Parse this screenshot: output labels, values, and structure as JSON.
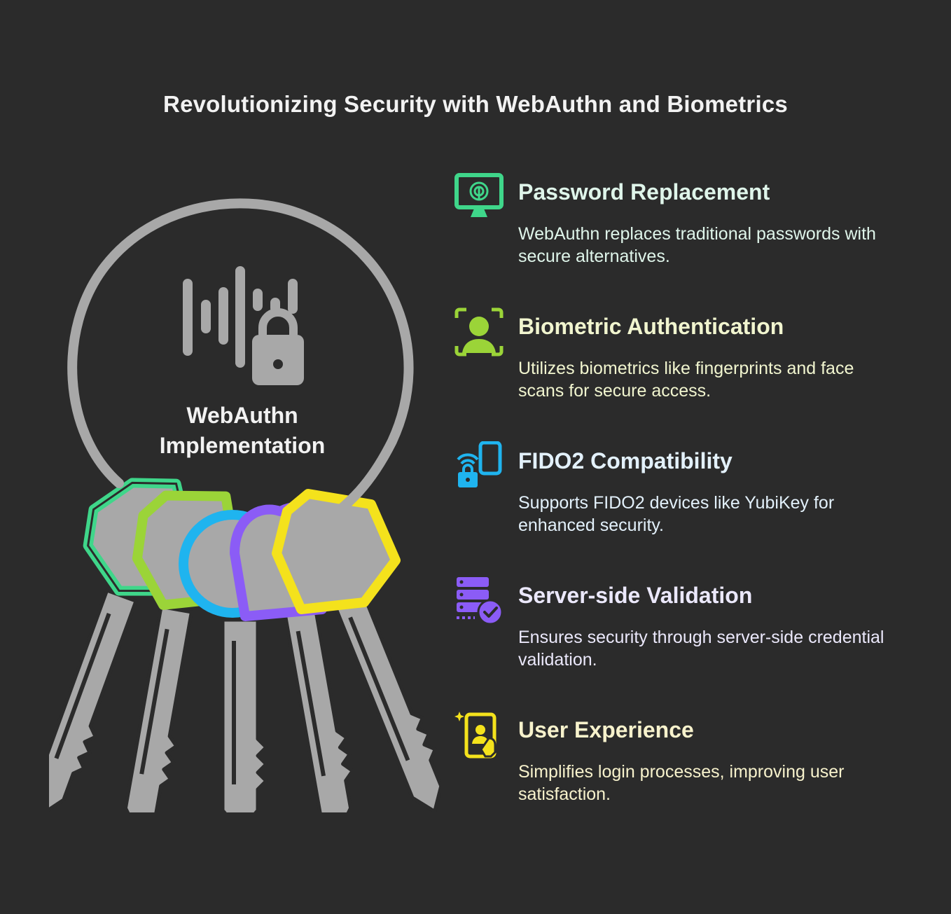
{
  "title": "Revolutionizing Security with WebAuthn and Biometrics",
  "center": {
    "line1": "WebAuthn",
    "line2": "Implementation"
  },
  "colors": {
    "background": "#2b2b2b",
    "key_gray": "#a8a8a8",
    "green": "#3fd68a",
    "lime": "#9bd438",
    "cyan": "#1fb4ef",
    "purple": "#8b5cf6",
    "yellow": "#f4e21c"
  },
  "items": [
    {
      "heading": "Password Replacement",
      "description": "WebAuthn replaces traditional passwords with secure alternatives.",
      "icon": "fingerprint-monitor-icon",
      "color": "#3fd68a",
      "text_color": "#dff5ea"
    },
    {
      "heading": "Biometric Authentication",
      "description": "Utilizes biometrics like fingerprints and face scans for secure access.",
      "icon": "face-scan-icon",
      "color": "#9bd438",
      "text_color": "#f1f5cf"
    },
    {
      "heading": "FIDO2 Compatibility",
      "description": "Supports FIDO2 devices like YubiKey for enhanced security.",
      "icon": "security-key-device-icon",
      "color": "#1fb4ef",
      "text_color": "#e3f1fb"
    },
    {
      "heading": "Server-side Validation",
      "description": "Ensures security through server-side credential validation.",
      "icon": "server-check-icon",
      "color": "#8b5cf6",
      "text_color": "#ebe8fb"
    },
    {
      "heading": "User Experience",
      "description": "Simplifies login processes, improving user satisfaction.",
      "icon": "user-touch-phone-icon",
      "color": "#f4e21c",
      "text_color": "#f7f2cc"
    }
  ]
}
